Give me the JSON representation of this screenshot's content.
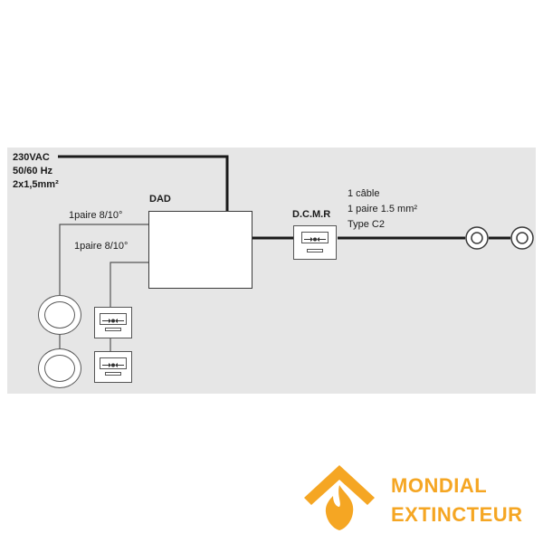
{
  "diagram": {
    "power_supply": {
      "voltage": "230VAC",
      "frequency": "50/60 Hz",
      "cable": "2x1,5mm²"
    },
    "dad_label": "DAD",
    "dcmr_label": "D.C.M.R",
    "loop_upper_label": "1paire 8/10°",
    "loop_lower_label": "1paire 8/10°",
    "output_cable": {
      "line1": "1 câble",
      "line2": "1 paire 1.5 mm²",
      "line3": "Type C2"
    }
  },
  "colors": {
    "panel_bg": "#e6e6e6",
    "wire": "#1a1a1a",
    "brand_orange": "#f5a623"
  },
  "brand": {
    "line1": "MONDIAL",
    "line2": "EXTINCTEUR",
    "logo_icon": "flame-diamond-icon"
  }
}
